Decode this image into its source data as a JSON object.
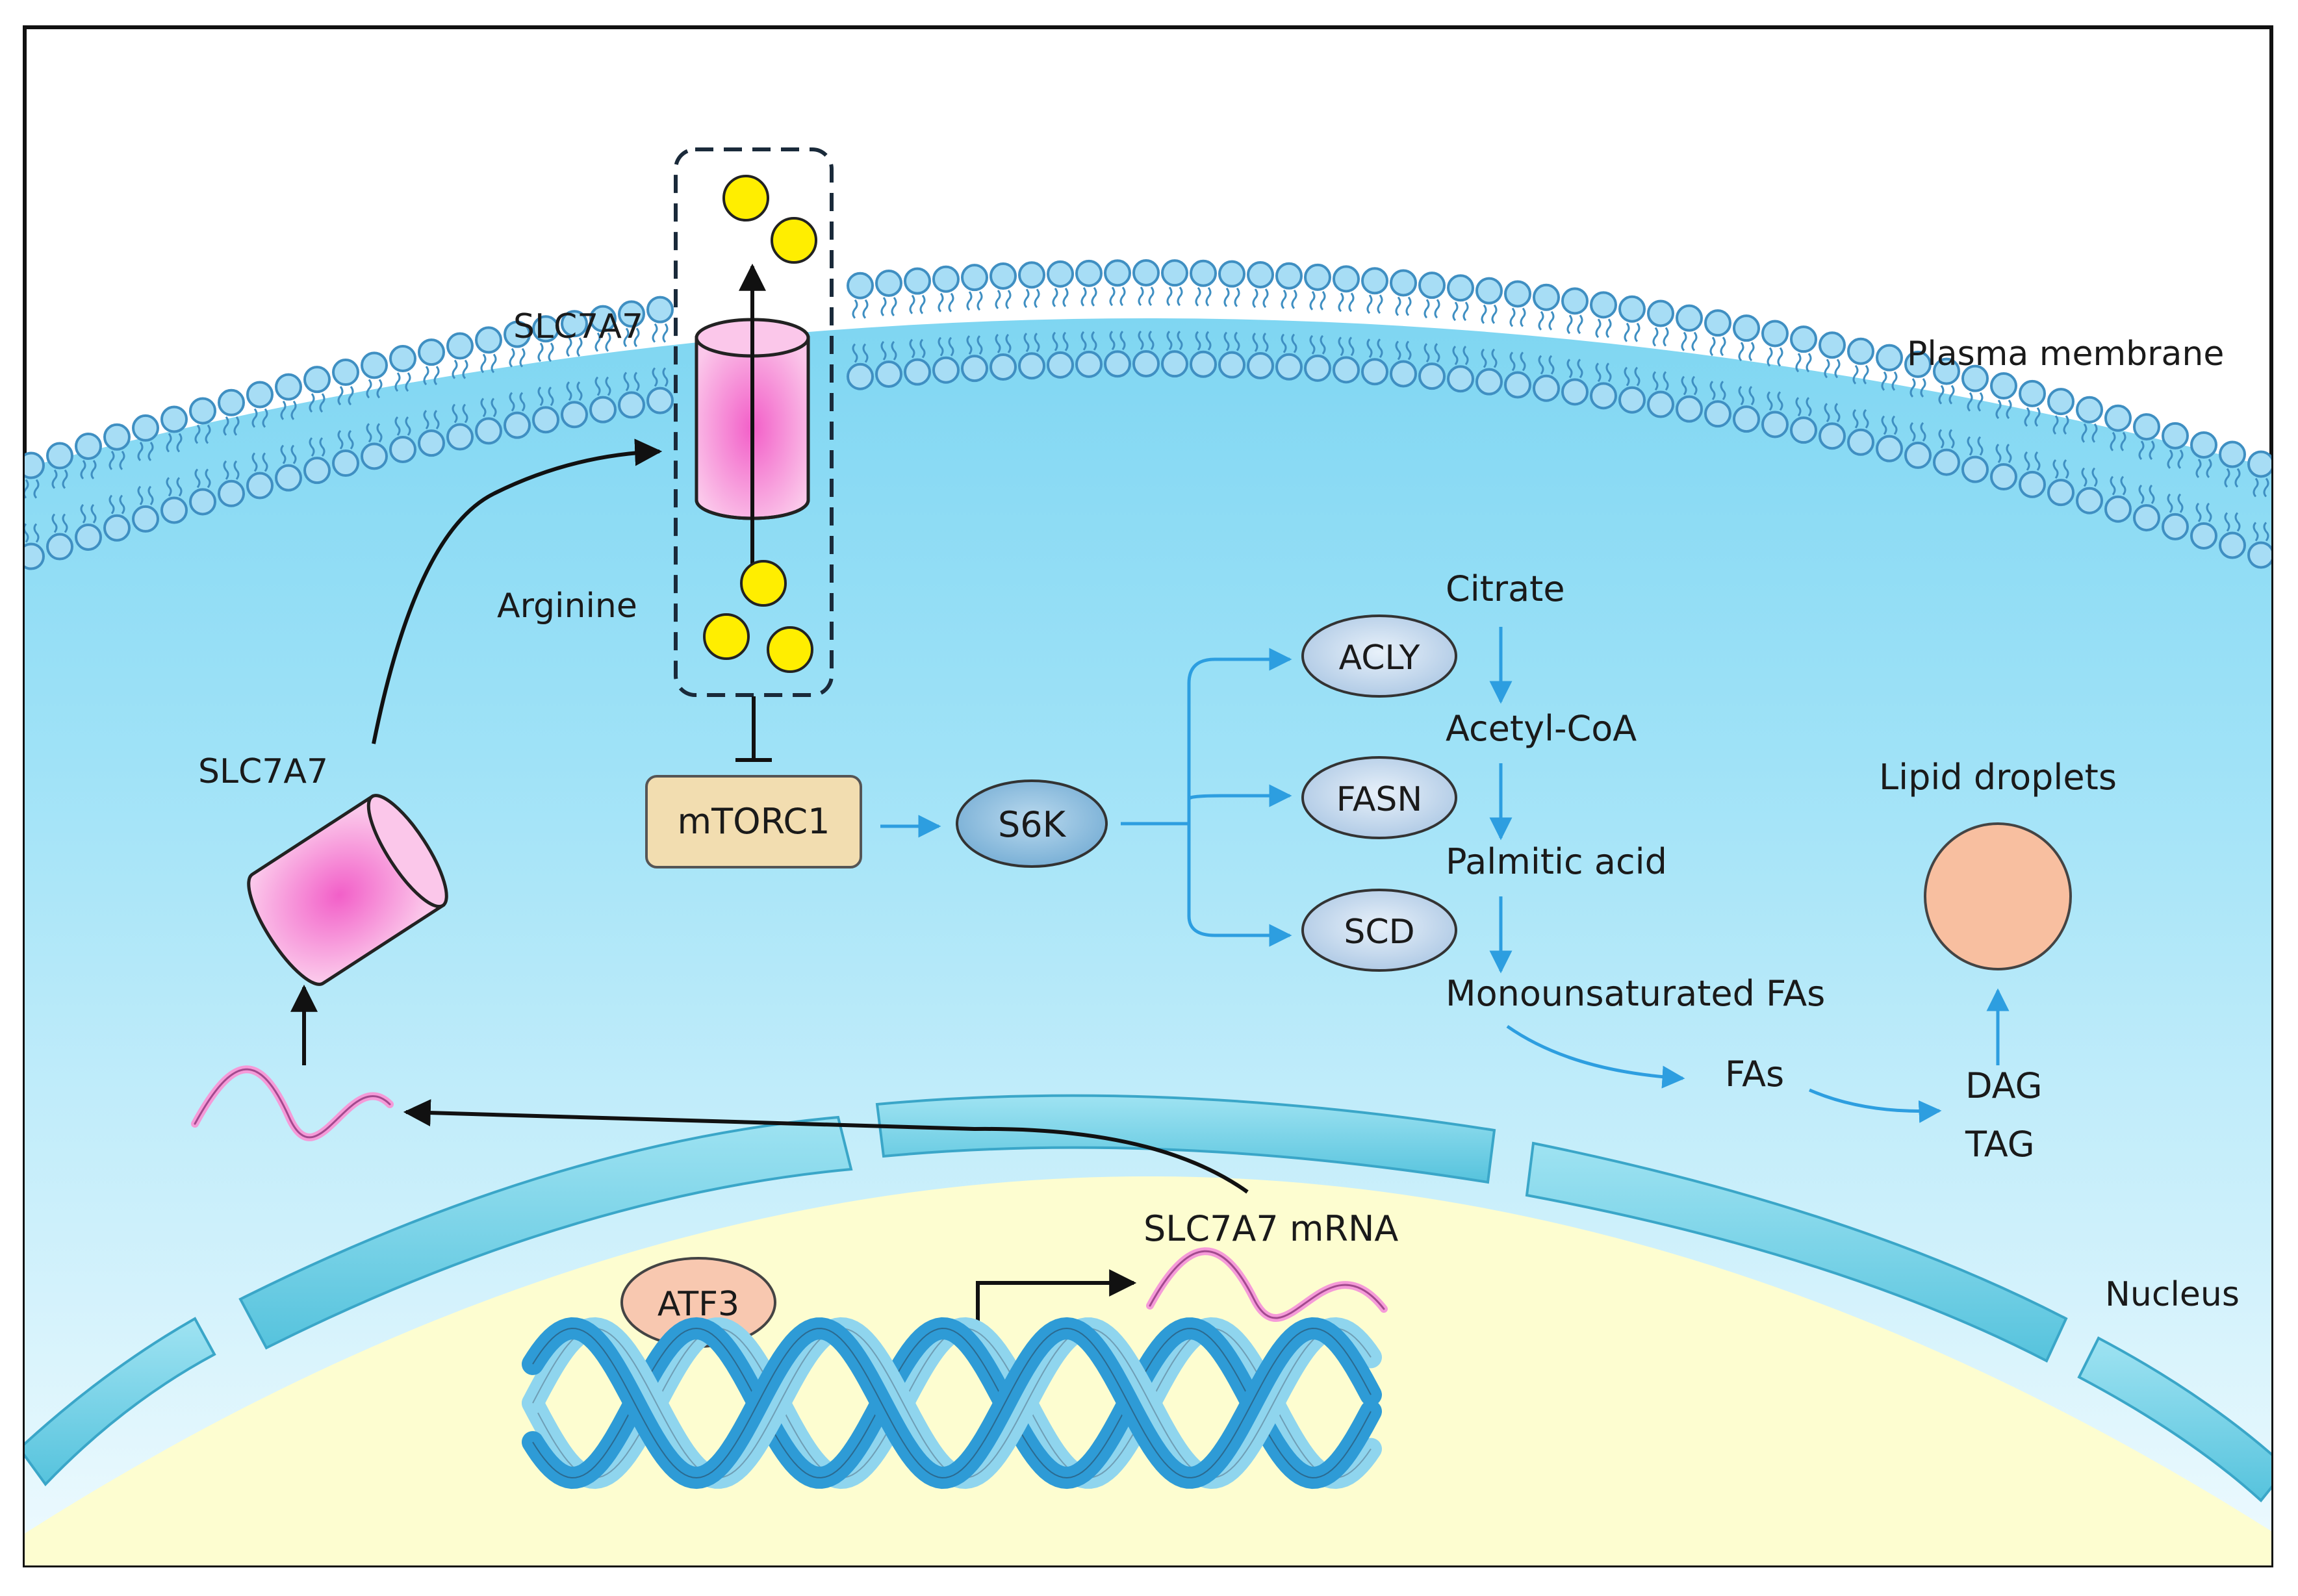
{
  "labels": {
    "plasma_membrane": "Plasma membrane",
    "nucleus": "Nucleus",
    "slc7a7_membrane": "SLC7A7",
    "slc7a7_cytoplasm": "SLC7A7",
    "arginine": "Arginine",
    "mtorc1": "mTORC1",
    "s6k": "S6K",
    "acly": "ACLY",
    "fasn": "FASN",
    "scd": "SCD",
    "citrate": "Citrate",
    "acetyl_coa": "Acetyl-CoA",
    "palmitic_acid": "Palmitic acid",
    "mufa": "Monounsaturated FAs",
    "fas": "FAs",
    "dag": "DAG",
    "tag": "TAG",
    "lipid_droplets": "Lipid droplets",
    "atf3": "ATF3",
    "slc7a7_mrna": "SLC7A7 mRNA"
  },
  "colors": {
    "cytoplasm_top": "#8fdcf4",
    "cytoplasm_bottom": "#e6f8fd",
    "membrane_head": "#a7ddf5",
    "membrane_stroke": "#4a9fd0",
    "nucleus_fill": "#fdfdd0",
    "nuclear_envelope": "#7cd3e8",
    "transporter": "#f59ad8",
    "arginine": "#ffee00",
    "mtorc1_box": "#f2ddb0",
    "enzyme_fill": "#c8ddf0",
    "flow_arrow": "#2d9ee0",
    "atf3_fill": "#f8c8b0",
    "lipid_droplet": "#f8bfa0",
    "dna_dark": "#2e9bd6",
    "dna_light": "#8fd5ee"
  }
}
